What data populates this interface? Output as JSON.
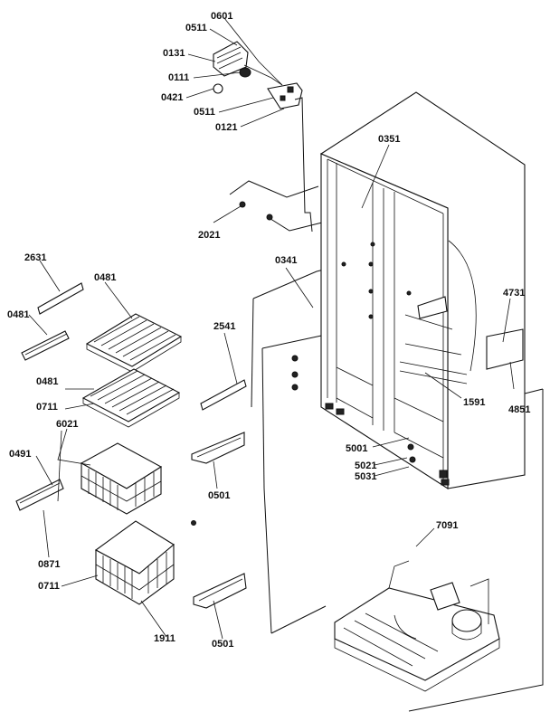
{
  "labels": {
    "l0601": "0601",
    "l0511a": "0511",
    "l0131": "0131",
    "l0111": "0111",
    "l0421": "0421",
    "l0511b": "0511",
    "l0121": "0121",
    "l0351": "0351",
    "l2021": "2021",
    "l2631": "2631",
    "l0481a": "0481",
    "l0481b": "0481",
    "l0481c": "0481",
    "l0341": "0341",
    "l4731": "4731",
    "l2541": "2541",
    "l0711a": "0711",
    "l6021": "6021",
    "l1591": "1591",
    "l4851": "4851",
    "l0491": "0491",
    "l5001": "5001",
    "l5021": "5021",
    "l5031": "5031",
    "l0501a": "0501",
    "l7091": "7091",
    "l0871": "0871",
    "l0711b": "0711",
    "l1911": "1911",
    "l0501b": "0501"
  }
}
